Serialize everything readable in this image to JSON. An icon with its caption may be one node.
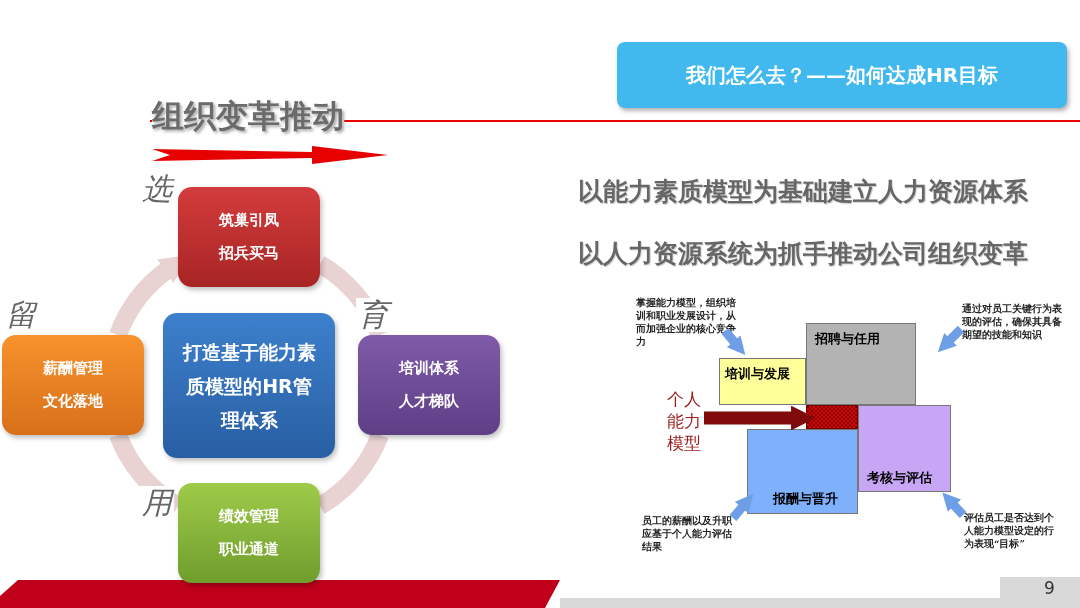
{
  "diagram": {
    "title": "组织变革推动",
    "nodes": [
      {
        "text": [
          "我们怎么去？——如何达成HR目标"
        ]
      },
      {
        "text": [
          "筑巢引凤",
          "招兵买马"
        ],
        "beside": [
          "选"
        ]
      },
      {
        "text": [
          "培训体系",
          "人才梯队"
        ],
        "beside": [
          "育"
        ]
      },
      {
        "text": [
          "绩效管理",
          "职业通道"
        ],
        "beside": [
          "用"
        ]
      },
      {
        "text": [
          "薪酬管理",
          "文化落地"
        ],
        "beside": [
          "留"
        ]
      },
      {
        "text": [
          "打造基于能力素质模型的HR管理体系"
        ]
      },
      {
        "text": [
          "掌握能力模型，组织培训和职业发展设计，从而加强企业的核心竞争力"
        ]
      },
      {
        "text": [
          "通过对员工关键行为表现的评估，确保其具备期望的技能和知识"
        ]
      },
      {
        "text": [
          "培训与发展"
        ]
      },
      {
        "text": [
          "招聘与任用"
        ]
      },
      {
        "text": [
          "个人能力模型"
        ]
      },
      {
        "text": [],
        "shape": "box"
      },
      {
        "text": [
          "考核与评估"
        ]
      },
      {
        "text": [
          "报酬与晋升"
        ]
      },
      {
        "text": [
          "员工的薪酬以及升职应基于个人能力评估结果"
        ]
      },
      {
        "text": [
          "评估员工是否达到个人能力模型设定的行为表现“目标”"
        ]
      }
    ],
    "edges": [
      {
        "from": 1,
        "to": 2,
        "arrow": "none",
        "color": "#e8d2d2"
      },
      {
        "from": 2,
        "to": 3,
        "arrow": "none",
        "color": "#e8d2d2"
      },
      {
        "from": 3,
        "to": 4,
        "arrow": "none",
        "color": "#e8d2d2"
      },
      {
        "from": 4,
        "to": 1,
        "arrow": "to",
        "color": "#e8d2d2"
      },
      {
        "from": 10,
        "to": 11,
        "arrow": "to",
        "color": "#7f0a0a"
      },
      {
        "from": 6,
        "to": 8,
        "arrow": "to",
        "color": "#6e9fe6"
      },
      {
        "from": 7,
        "to": 9,
        "arrow": "to",
        "color": "#6e9fe6"
      },
      {
        "from": 14,
        "to": 13,
        "arrow": "to",
        "color": "#6e9fe6"
      },
      {
        "from": 15,
        "to": 12,
        "arrow": "to",
        "color": "#6e9fe6"
      }
    ],
    "labels": [
      "以**能力素质模型**为基础建立人力资源体系",
      "以**人力资源系统**为抓手推动公司组织变革",
      "9"
    ]
  }
}
